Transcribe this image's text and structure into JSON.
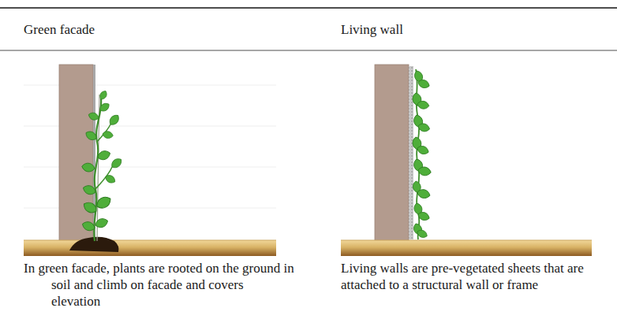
{
  "diagram": {
    "labels": [
      "Green facade",
      "Living wall",
      "In green facade, plants are rooted on the ground in soil and climb on facade and covers elevation",
      "Living walls are pre-vegetated sheets that are attached to a structural wall or frame"
    ]
  }
}
